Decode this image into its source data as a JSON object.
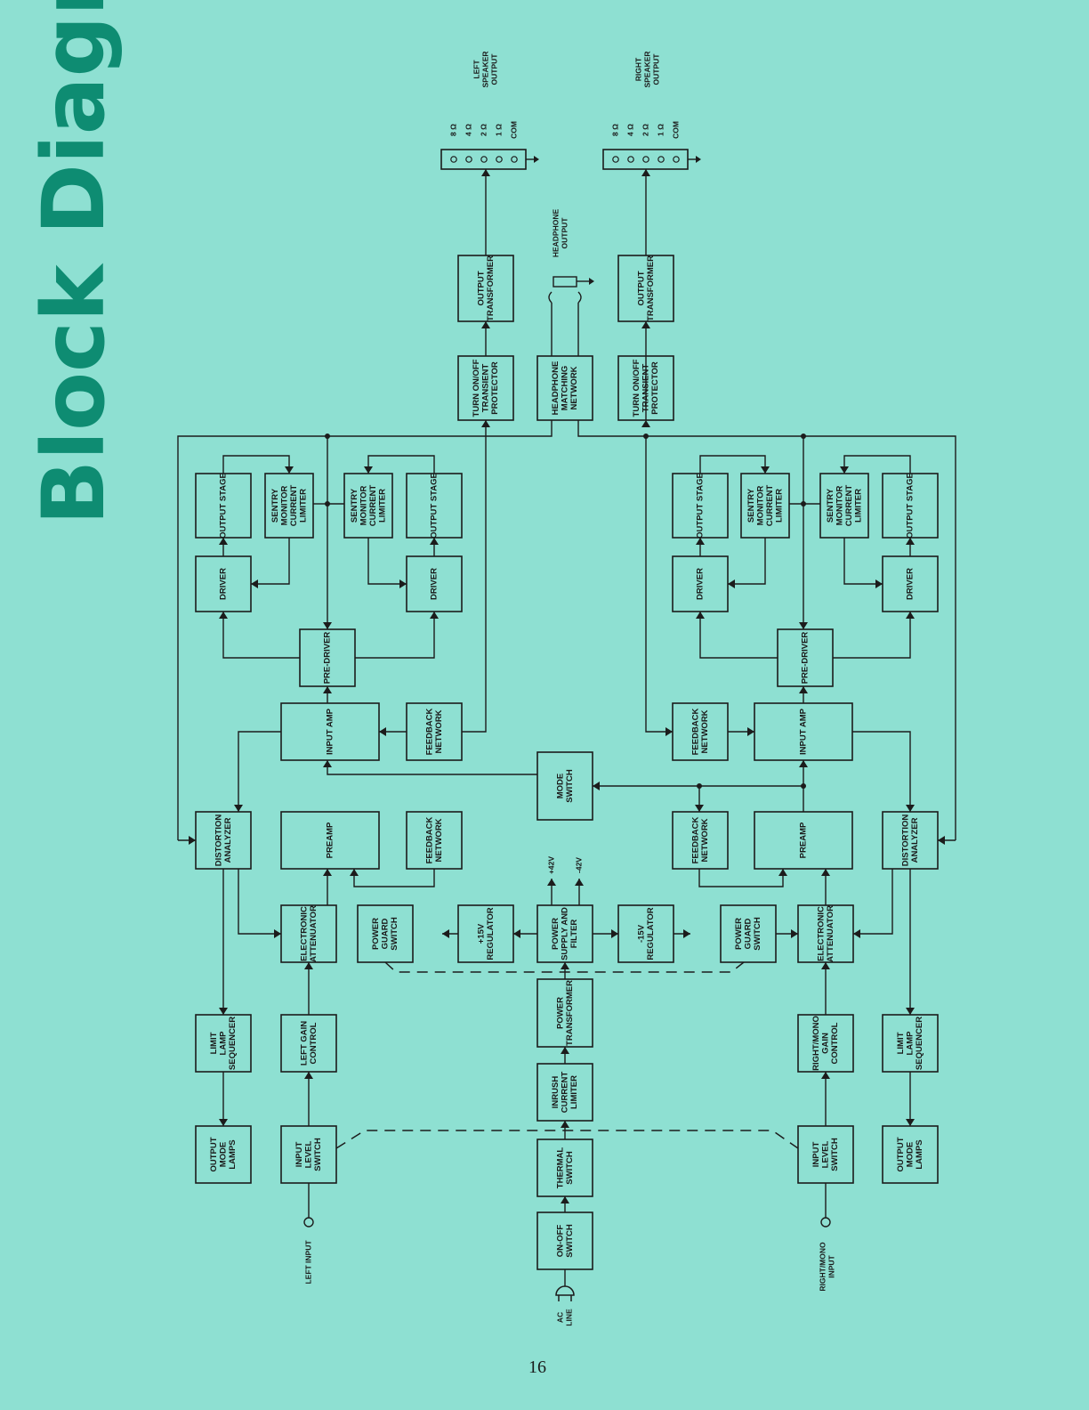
{
  "title": "Block Diagram",
  "page_number": "16",
  "colors": {
    "background": "#8ee0d2",
    "title": "#0e8c72",
    "ink": "#1c1c1c"
  },
  "blocks": {
    "L_output_stage_a": [
      "OUTPUT STAGE"
    ],
    "L_sentry_a": [
      "SENTRY",
      "MONITOR",
      "CURRENT",
      "LIMITER"
    ],
    "L_sentry_b": [
      "SENTRY",
      "MONITOR",
      "CURRENT",
      "LIMITER"
    ],
    "L_output_stage_b": [
      "OUTPUT STAGE"
    ],
    "L_driver_a": [
      "DRIVER"
    ],
    "L_driver_b": [
      "DRIVER"
    ],
    "L_predriver": [
      "PRE-DRIVER"
    ],
    "L_input_amp": [
      "INPUT AMP"
    ],
    "L_feedback_1": [
      "FEEDBACK",
      "NETWORK"
    ],
    "L_distortion": [
      "DISTORTION",
      "ANALYZER"
    ],
    "L_preamp": [
      "PREAMP"
    ],
    "L_feedback_2": [
      "FEEDBACK",
      "NETWORK"
    ],
    "L_elec_atten": [
      "ELECTRONIC",
      "ATTENUATOR"
    ],
    "L_power_guard": [
      "POWER",
      "GUARD",
      "SWITCH"
    ],
    "L_limit_lamp": [
      "LIMIT",
      "LAMP",
      "SEQUENCER"
    ],
    "L_gain_control": [
      "LEFT GAIN",
      "CONTROL"
    ],
    "L_output_lamps": [
      "OUTPUT",
      "MODE",
      "LAMPS"
    ],
    "L_input_level": [
      "INPUT",
      "LEVEL",
      "SWITCH"
    ],
    "L_turn_on_off": [
      "TURN ON/OFF",
      "TRANSIENT",
      "PROTECTOR"
    ],
    "L_output_transformer": [
      "OUTPUT",
      "TRANSFORMER"
    ],
    "C_headphone_network": [
      "HEADPHONE",
      "MATCHING",
      "NETWORK"
    ],
    "C_mode_switch": [
      "MODE",
      "SWITCH"
    ],
    "C_pos_reg": [
      "+15V",
      "REGULATOR"
    ],
    "C_power_supply": [
      "POWER",
      "SUPPLY AND",
      "FILTER"
    ],
    "C_neg_reg": [
      "-15V",
      "REGULATOR"
    ],
    "C_power_transformer": [
      "POWER",
      "TRANSFORMER"
    ],
    "C_inrush": [
      "INRUSH",
      "CURRENT",
      "LIMITER"
    ],
    "C_thermal": [
      "THERMAL",
      "SWITCH"
    ],
    "C_on_off": [
      "ON-OFF",
      "SWITCH"
    ],
    "R_output_stage_a": [
      "OUTPUT STAGE"
    ],
    "R_sentry_a": [
      "SENTRY",
      "MONITOR",
      "CURRENT",
      "LIMITER"
    ],
    "R_sentry_b": [
      "SENTRY",
      "MONITOR",
      "CURRENT",
      "LIMITER"
    ],
    "R_output_stage_b": [
      "OUTPUT STAGE"
    ],
    "R_driver_a": [
      "DRIVER"
    ],
    "R_driver_b": [
      "DRIVER"
    ],
    "R_predriver": [
      "PRE-DRIVER"
    ],
    "R_feedback_1": [
      "FEEDBACK",
      "NETWORK"
    ],
    "R_input_amp": [
      "INPUT AMP"
    ],
    "R_feedback_2": [
      "FEEDBACK",
      "NETWORK"
    ],
    "R_preamp": [
      "PREAMP"
    ],
    "R_distortion": [
      "DISTORTION",
      "ANALYZER"
    ],
    "R_power_guard": [
      "POWER",
      "GUARD",
      "SWITCH"
    ],
    "R_elec_atten": [
      "ELECTRONIC",
      "ATTENUATOR"
    ],
    "R_gain_control": [
      "RIGHT/MONO",
      "GAIN",
      "CONTROL"
    ],
    "R_limit_lamp": [
      "LIMIT",
      "LAMP",
      "SEQUENCER"
    ],
    "R_input_level": [
      "INPUT",
      "LEVEL",
      "SWITCH"
    ],
    "R_output_lamps": [
      "OUTPUT",
      "MODE",
      "LAMPS"
    ],
    "R_turn_on_off": [
      "TURN ON/OFF",
      "TRANSIENT",
      "PROTECTOR"
    ],
    "R_output_transformer": [
      "OUTPUT",
      "TRANSFORMER"
    ]
  },
  "labels": {
    "left_speaker": [
      "LEFT",
      "SPEAKER",
      "OUTPUT"
    ],
    "right_speaker": [
      "RIGHT",
      "SPEAKER",
      "OUTPUT"
    ],
    "headphone_output": [
      "HEADPHONE",
      "OUTPUT"
    ],
    "taps": [
      "8 Ω",
      "4 Ω",
      "2 Ω",
      "1 Ω",
      "COM"
    ],
    "left_input": [
      "LEFT INPUT"
    ],
    "right_input": [
      "RIGHT/MONO",
      "INPUT"
    ],
    "ac_line": [
      "AC",
      "LINE"
    ],
    "pos42": [
      "+42V"
    ],
    "neg42": [
      "-42V"
    ]
  }
}
